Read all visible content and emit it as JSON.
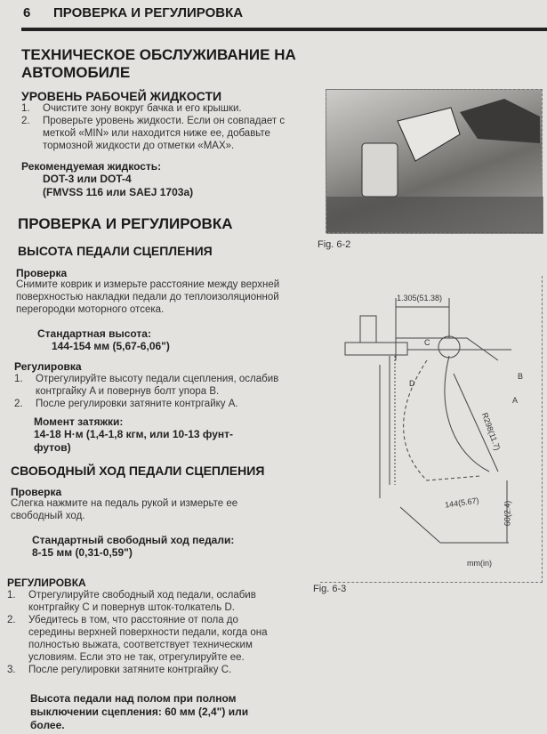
{
  "header": {
    "page_number": "6",
    "title": "ПРОВЕРКА И РЕГУЛИРОВКА"
  },
  "s1": {
    "title": "ТЕХНИЧЕСКОЕ ОБСЛУЖИВАНИЕ НА АВТОМОБИЛЕ",
    "fluid": {
      "title": "УРОВЕНЬ РАБОЧЕЙ ЖИДКОСТИ",
      "steps": [
        {
          "n": "1.",
          "text": "Очистите зону вокруг бачка и его крышки."
        },
        {
          "n": "2.",
          "text": "Проверьте уровень жидкости. Если он совпадает с меткой «MIN» или находится ниже ее, добавьте тормозной жидкости до отметки «MAX»."
        }
      ],
      "rec_label": "Рекомендуемая жидкость:",
      "rec_1": "DOT-3 или DOT-4",
      "rec_2": "(FMVSS 116 или SAEJ 1703a)"
    }
  },
  "s2": {
    "title": "ПРОВЕРКА И РЕГУЛИРОВКА",
    "height": {
      "title": "ВЫСОТА ПЕДАЛИ СЦЕПЛЕНИЯ",
      "check_label": "Проверка",
      "check_text": "Снимите коврик и измерьте расстояние между верхней поверхностью накладки педали до теплоизоляционной перегородки моторного отсека.",
      "std_label": "Стандартная высота:",
      "std_value": "144-154 мм (5,67-6,06\")",
      "adj_label": "Регулировка",
      "steps": [
        {
          "n": "1.",
          "text": "Отрегулируйте высоту педали сцепления, ослабив контргайку A и повернув болт упора B."
        },
        {
          "n": "2.",
          "text": "После регулировки затяните контргайку A."
        }
      ],
      "torque_label": "Момент затяжки:",
      "torque_value": "14-18 Н·м (1,4-1,8 кгм, или 10-13 фунт-футов)"
    },
    "free": {
      "title": "СВОБОДНЫЙ ХОД ПЕДАЛИ СЦЕПЛЕНИЯ",
      "check_label": "Проверка",
      "check_text": "Слегка нажмите на педаль рукой и измерьте ее свободный ход.",
      "std_label": "Стандартный свободный ход педали:",
      "std_value": "8-15 мм (0,31-0,59\")",
      "adj_label": "РЕГУЛИРОВКА",
      "steps": [
        {
          "n": "1.",
          "text": "Отрегулируйте свободный ход педали, ослабив контргайку C и повернув шток-толкатель D."
        },
        {
          "n": "2.",
          "text": "Убедитесь в том, что расстояние от пола до середины верхней поверхности педали, когда она полностью выжата, соответствует техническим условиям. Если это не так, отрегулируйте ее."
        },
        {
          "n": "3.",
          "text": "После регулировки затяните контргайку C."
        }
      ],
      "note": "Высота педали над полом при полном выключении сцепления: 60 мм (2,4\") или более."
    }
  },
  "figures": {
    "fig1_caption": "Fig. 6-2",
    "fig2_caption": "Fig. 6-3",
    "fig2_labels": {
      "width": "1.305(51.38)",
      "c": "C",
      "d": "D",
      "b": "B",
      "a": "A",
      "radius": "R298(11.7)",
      "height": "144(5.67)",
      "floor": "60(2.4)",
      "units": "mm(in)"
    }
  }
}
